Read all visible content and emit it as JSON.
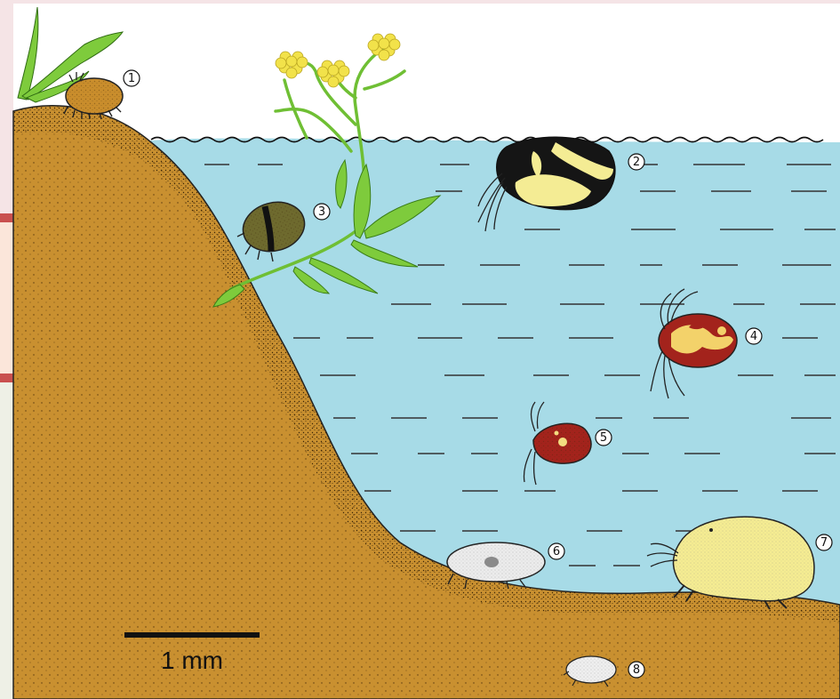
{
  "scale_bar": {
    "label": "1 mm"
  },
  "specimens": [
    {
      "number": "1",
      "habitat": "moss-terrestrial",
      "color": "#c98d2c"
    },
    {
      "number": "2",
      "habitat": "open-water",
      "color": "#151515",
      "accent": "#f4ec94"
    },
    {
      "number": "3",
      "habitat": "aquatic-plant",
      "color": "#6e6a2e"
    },
    {
      "number": "4",
      "habitat": "open-water",
      "color": "#a3231c",
      "accent": "#f3d26a"
    },
    {
      "number": "5",
      "habitat": "open-water",
      "color": "#a3231c",
      "accent": "#f3dd80"
    },
    {
      "number": "6",
      "habitat": "bottom-sediment",
      "color": "#ececec"
    },
    {
      "number": "7",
      "habitat": "bottom-sediment",
      "color": "#f5ec92"
    },
    {
      "number": "8",
      "habitat": "interstitial",
      "color": "#efefef"
    }
  ],
  "colors": {
    "water": "#a7dbe7",
    "soil": "#c99030",
    "air": "#ffffff",
    "plant": "#7ecb3c",
    "flower": "#f2e24a"
  }
}
